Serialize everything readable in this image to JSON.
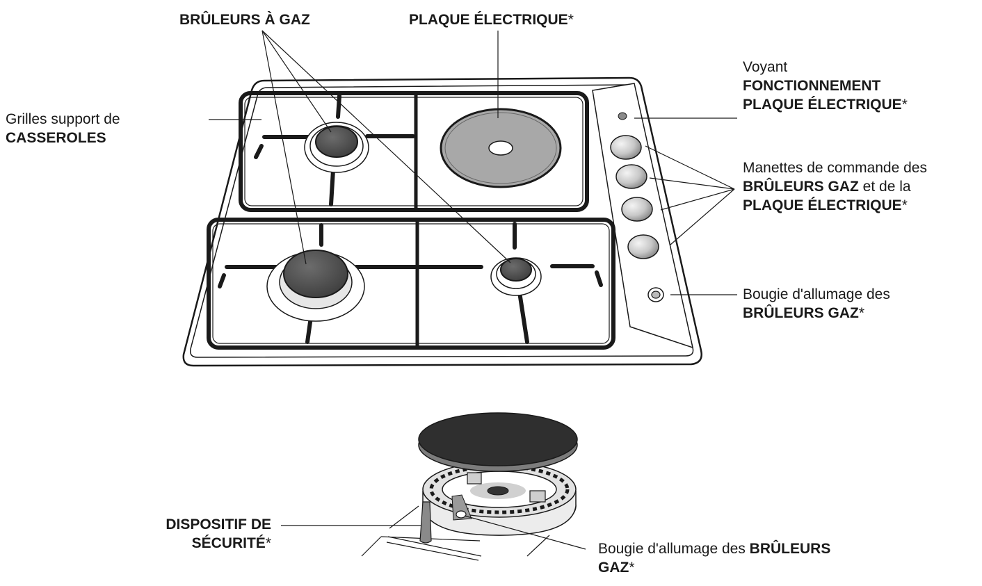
{
  "labels": {
    "gas_burners": {
      "bold": "BRÛLEURS À GAZ"
    },
    "electric_plate": {
      "bold": "PLAQUE ÉLECTRIQUE",
      "mark": "*"
    },
    "grids": {
      "line1": "Grilles support de",
      "bold": "CASSEROLES"
    },
    "indicator": {
      "line1": "Voyant",
      "bold1": "FONCTIONNEMENT",
      "bold2": "PLAQUE ÉLECTRIQUE",
      "mark": "*"
    },
    "knobs": {
      "line1": "Manettes de commande des",
      "bold1": "BRÛLEURS GAZ",
      "mid": " et de la",
      "bold2": "PLAQUE ÉLECTRIQUE",
      "mark": "*"
    },
    "ignition_top": {
      "line1": "Bougie d'allumage des",
      "bold": "BRÛLEURS GAZ",
      "mark": "*"
    },
    "safety": {
      "bold1": "DISPOSITIF DE",
      "bold2": "SÉCURITÉ",
      "mark": "*"
    },
    "ignition_bottom": {
      "text": "Bougie d'allumage des ",
      "bold1": "BRÛLEURS",
      "bold2": "GAZ",
      "mark": "*"
    }
  },
  "colors": {
    "line": "#1a1a1a",
    "burner_cap": "#5a5a5a",
    "plate": "#a8a8a8",
    "knob": "#d9d9d9",
    "cap_dark": "#333333"
  }
}
